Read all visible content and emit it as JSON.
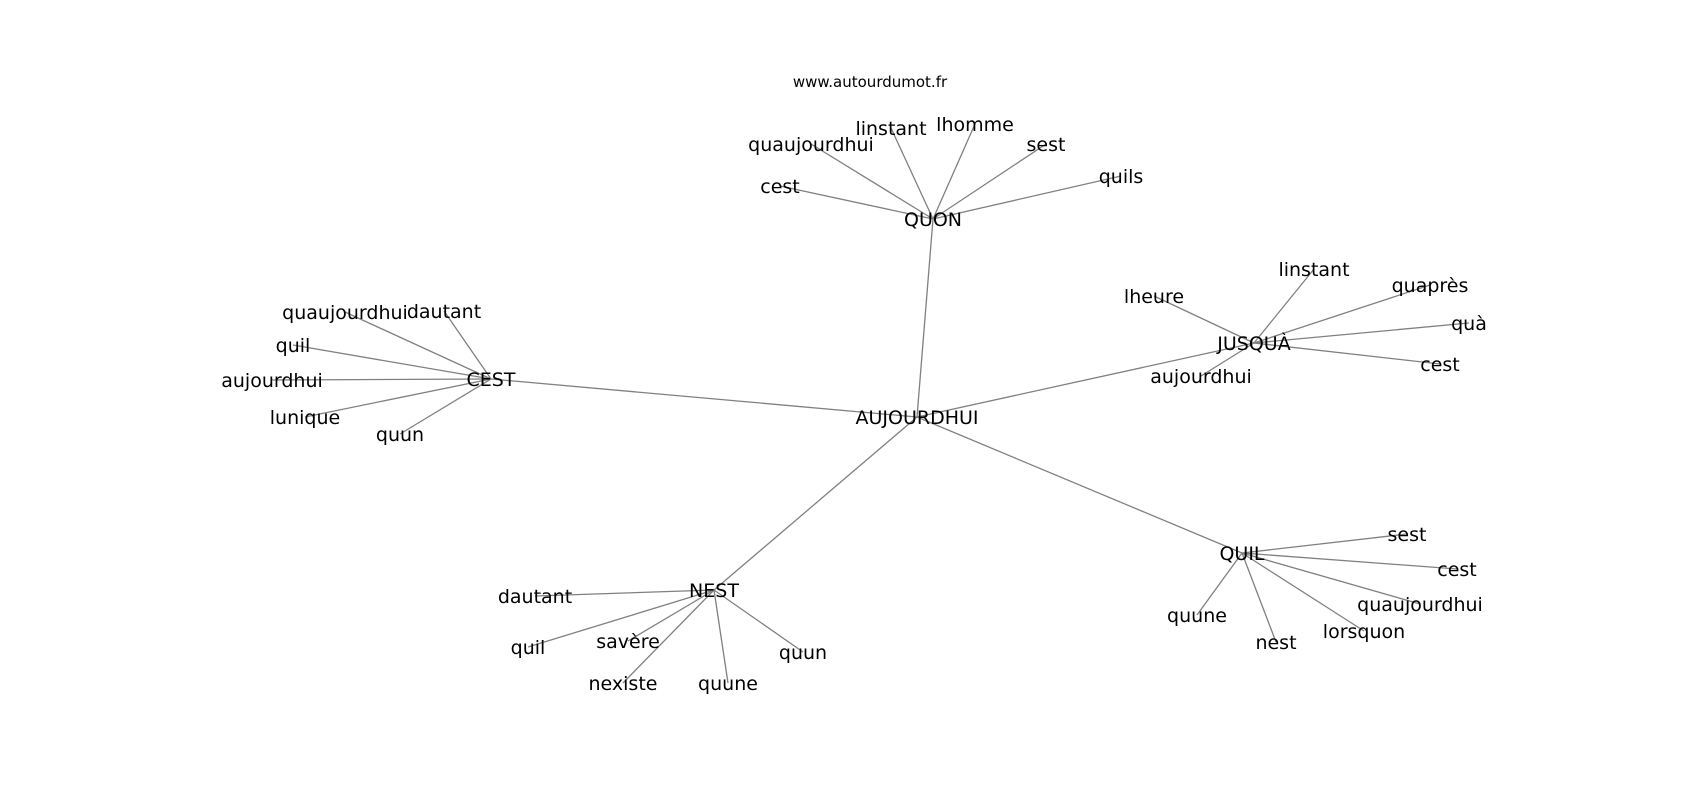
{
  "title": "www.autourdumot.fr",
  "center": "AUJOURDHUI",
  "hubs": [
    {
      "label": "QUON",
      "children": [
        "cest",
        "quaujourdhui",
        "linstant",
        "lhomme",
        "sest",
        "quils"
      ]
    },
    {
      "label": "CEST",
      "children": [
        "quaujourdhui",
        "dautant",
        "quil",
        "aujourdhui",
        "lunique",
        "quun"
      ]
    },
    {
      "label": "JUSQUÀ",
      "children": [
        "linstant",
        "lheure",
        "quaprès",
        "quà",
        "cest",
        "aujourdhui"
      ]
    },
    {
      "label": "NEST",
      "children": [
        "dautant",
        "quil",
        "savère",
        "nexiste",
        "quune",
        "quun"
      ]
    },
    {
      "label": "QUIL",
      "children": [
        "sest",
        "cest",
        "quaujourdhui",
        "lorsquon",
        "nest",
        "quune"
      ]
    }
  ]
}
